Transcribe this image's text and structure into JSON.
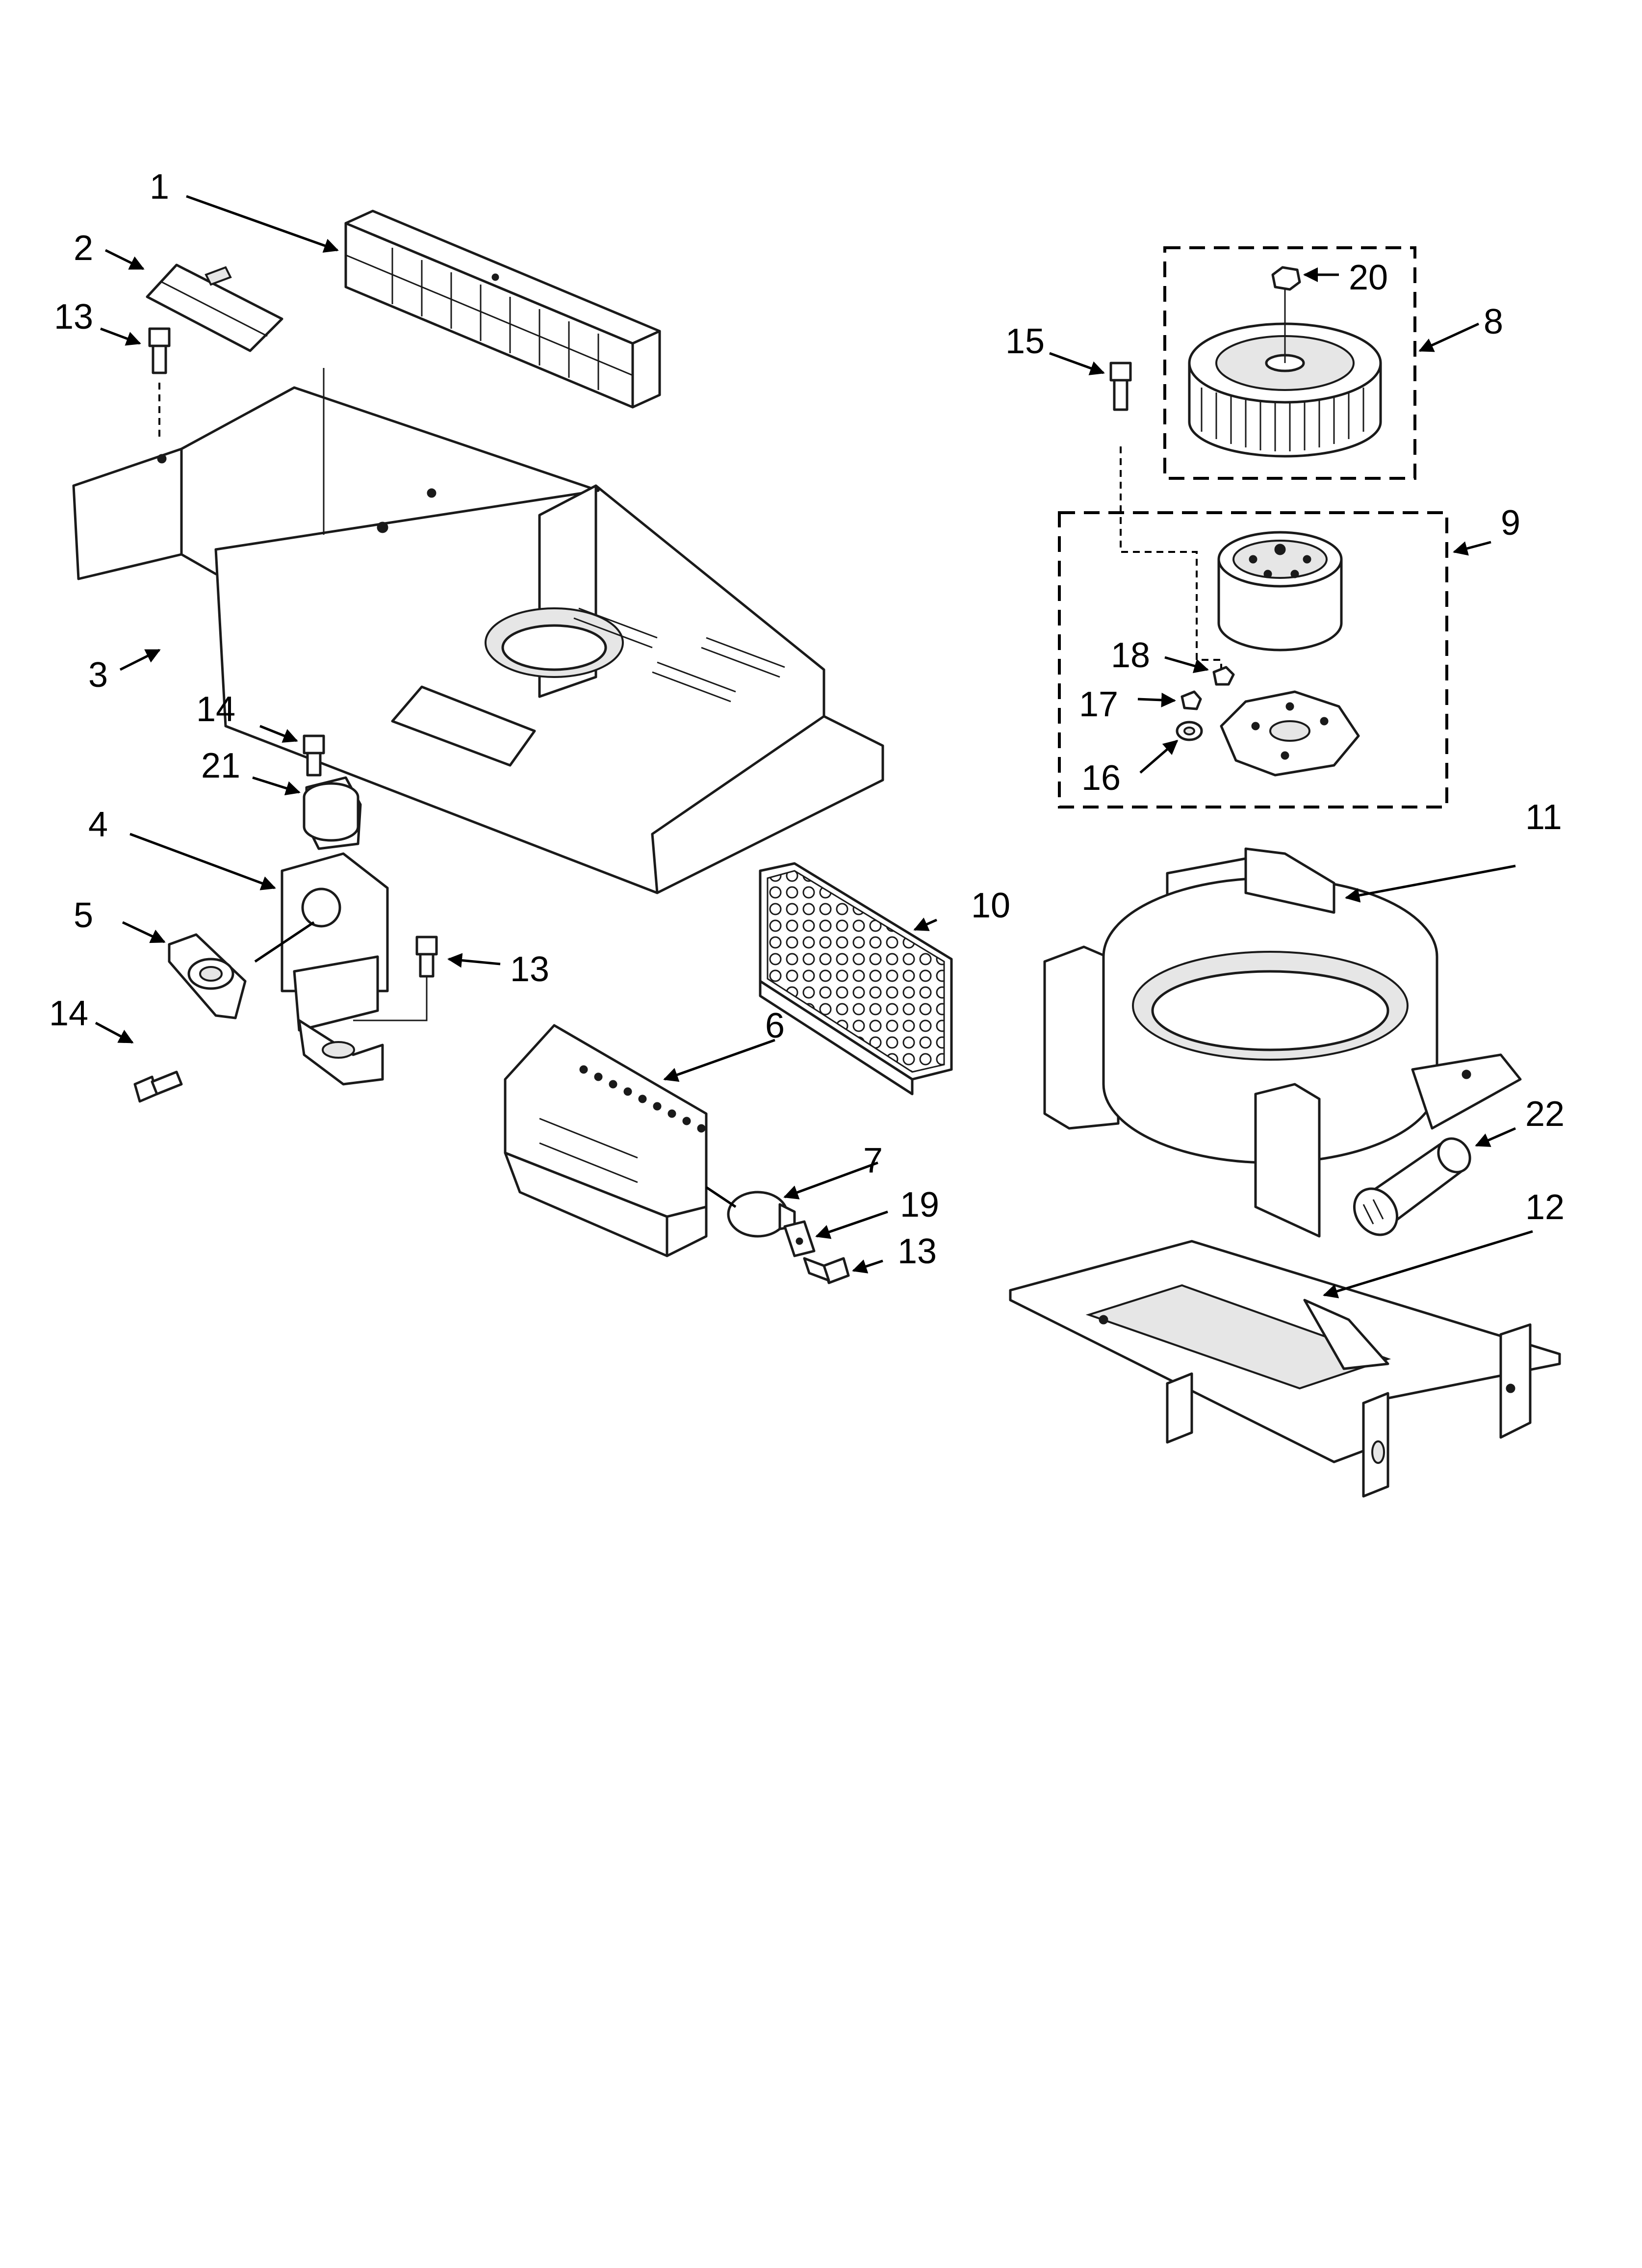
{
  "callouts": {
    "c1": "1",
    "c2": "2",
    "c3": "3",
    "c4": "4",
    "c5": "5",
    "c6": "6",
    "c7": "7",
    "c8": "8",
    "c9": "9",
    "c10": "10",
    "c11": "11",
    "c12": "12",
    "c13a": "13",
    "c13b": "13",
    "c13c": "13",
    "c14a": "14",
    "c14b": "14",
    "c15": "15",
    "c16": "16",
    "c17": "17",
    "c18": "18",
    "c19": "19",
    "c20": "20",
    "c21": "21",
    "c22": "22"
  }
}
